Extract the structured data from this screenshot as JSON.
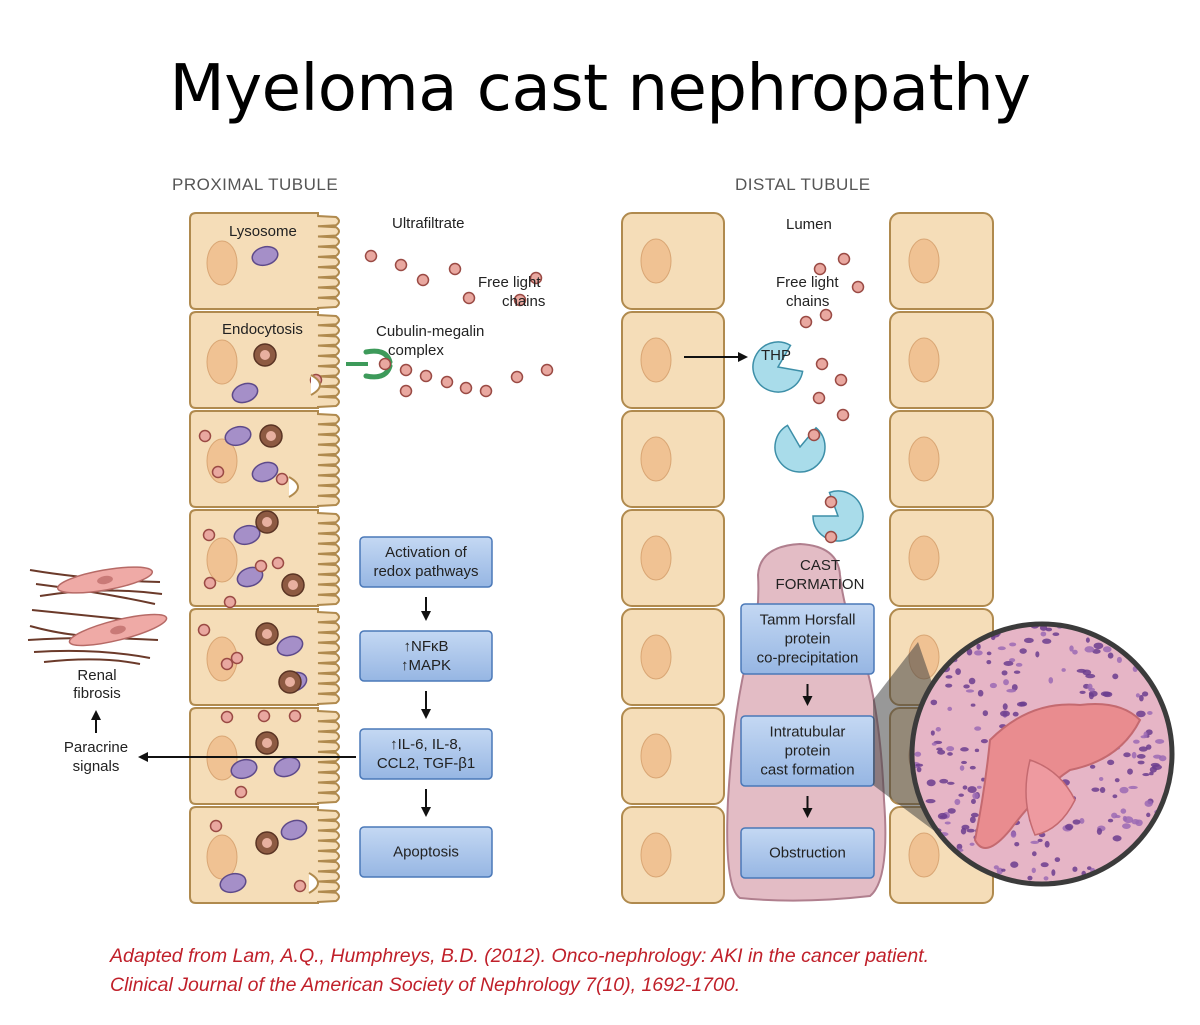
{
  "title": "Myeloma cast nephropathy",
  "proximal": {
    "heading": "PROXIMAL TUBULE",
    "lysosome": "Lysosome",
    "endocytosis": "Endocytosis",
    "ultrafiltrate": "Ultrafiltrate",
    "flc_line1": "Free light",
    "flc_line2": "chains",
    "cubulin_line1": "Cubulin-megalin",
    "cubulin_line2": "complex",
    "fibrosis_line1": "Renal",
    "fibrosis_line2": "fibrosis",
    "paracrine_line1": "Paracrine",
    "paracrine_line2": "signals",
    "flow": [
      [
        "Activation of",
        "redox pathways"
      ],
      [
        "↑NFκB",
        "↑MAPK"
      ],
      [
        "↑IL-6, IL-8,",
        "CCL2, TGF-β1"
      ],
      [
        "Apoptosis"
      ]
    ]
  },
  "distal": {
    "heading": "DISTAL TUBULE",
    "lumen": "Lumen",
    "flc_line1": "Free light",
    "flc_line2": "chains",
    "thp": "THP",
    "cast_line1": "CAST",
    "cast_line2": "FORMATION",
    "flow": [
      [
        "Tamm Horsfall",
        "protein",
        "co-precipitation"
      ],
      [
        "Intratubular",
        "protein",
        "cast formation"
      ],
      [
        "Obstruction"
      ]
    ]
  },
  "citation": {
    "line1": "Adapted from Lam, A.Q., Humphreys, B.D. (2012). Onco-nephrology: AKI in the cancer patient.",
    "line2": "Clinical Journal of the American Society of Nephrology 7(10), 1692-1700."
  },
  "colors": {
    "cell_fill": "#f5ddb8",
    "cell_stroke": "#b08a4e",
    "nucleus": "#f0c293",
    "lysosome": "#a58fc8",
    "flc": "#e9a8a0",
    "thp": "#a9dcea",
    "box_fill": "#a9c4ea",
    "box_stroke": "#4a78b8",
    "cast": "#e3bcc5",
    "citation": "#c0202a"
  }
}
